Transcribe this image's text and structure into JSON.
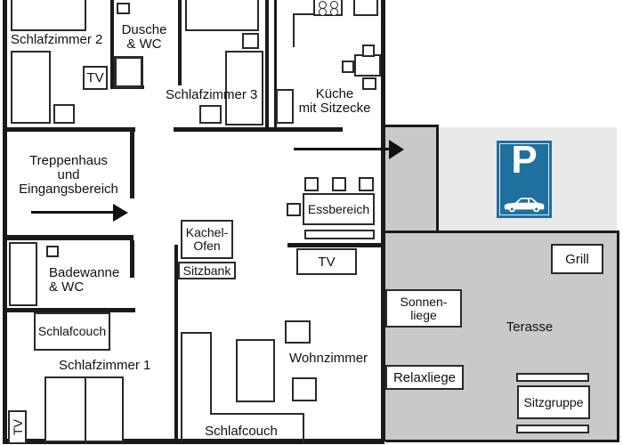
{
  "colors": {
    "wall": "#1a1a1a",
    "terrace_fill": "#c9c9c9",
    "parking_fill": "#e9e9e9",
    "sign_blue": "#1f6f9f"
  },
  "labels": {
    "schlafzimmer2": "Schlafzimmer 2",
    "tv": "TV",
    "dusche_line1": "Dusche",
    "dusche_line2": "& WC",
    "schlafzimmer3": "Schlafzimmer 3",
    "kueche_line1": "Küche",
    "kueche_line2": "mit Sitzecke",
    "trep_line1": "Treppenhaus",
    "trep_line2": "und",
    "trep_line3": "Eingangsbereich",
    "essbereich": "Essbereich",
    "kachelofen_line1": "Kachel-",
    "kachelofen_line2": "Ofen",
    "sitzbank": "Sitzbank",
    "badewanne_line1": "Badewanne",
    "badewanne_line2": "& WC",
    "schlafcouch": "Schlafcouch",
    "schlafzimmer1": "Schlafzimmer 1",
    "wohnzimmer": "Wohnzimmer",
    "terasse": "Terasse",
    "grill": "Grill",
    "sonnenliege_line1": "Sonnen-",
    "sonnenliege_line2": "liege",
    "relaxliege": "Relaxliege",
    "sitzgruppe": "Sitzgruppe",
    "parking_letter": "P"
  }
}
